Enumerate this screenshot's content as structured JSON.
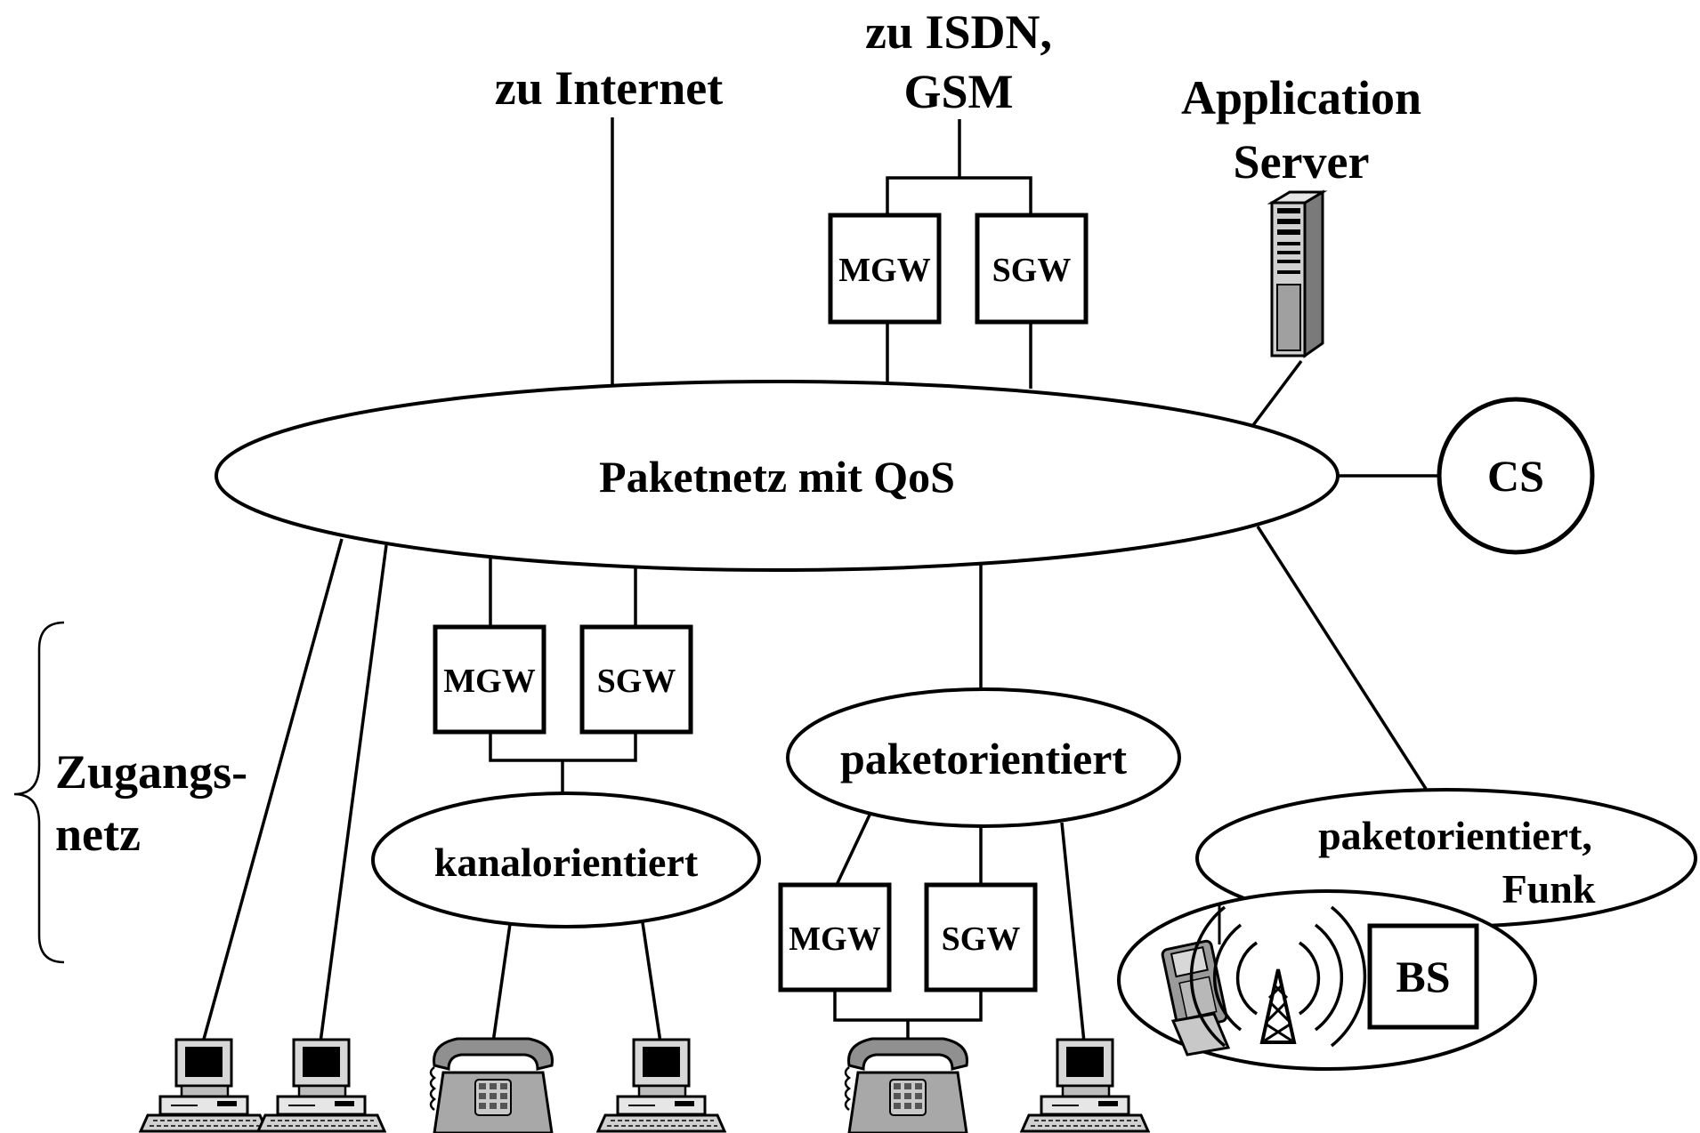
{
  "external": {
    "internet": "zu Internet",
    "isdn_line1": "zu ISDN,",
    "isdn_line2": "GSM"
  },
  "server": {
    "line1": "Application",
    "line2": "Server"
  },
  "core": {
    "label": "Paketnetz mit QoS"
  },
  "cs": {
    "label": "CS"
  },
  "gateways": {
    "mgw": "MGW",
    "sgw": "SGW"
  },
  "access": {
    "label_line1": "Zugangs-",
    "label_line2": "netz",
    "circuit": "kanalorientiert",
    "packet": "paketorientiert",
    "radio_line1": "paketorientiert,",
    "radio_line2": "Funk",
    "bs": "BS"
  },
  "icons": [
    "computer-icon",
    "telephone-icon",
    "server-tower-icon",
    "mobile-phone-icon",
    "antenna-tower-icon"
  ]
}
